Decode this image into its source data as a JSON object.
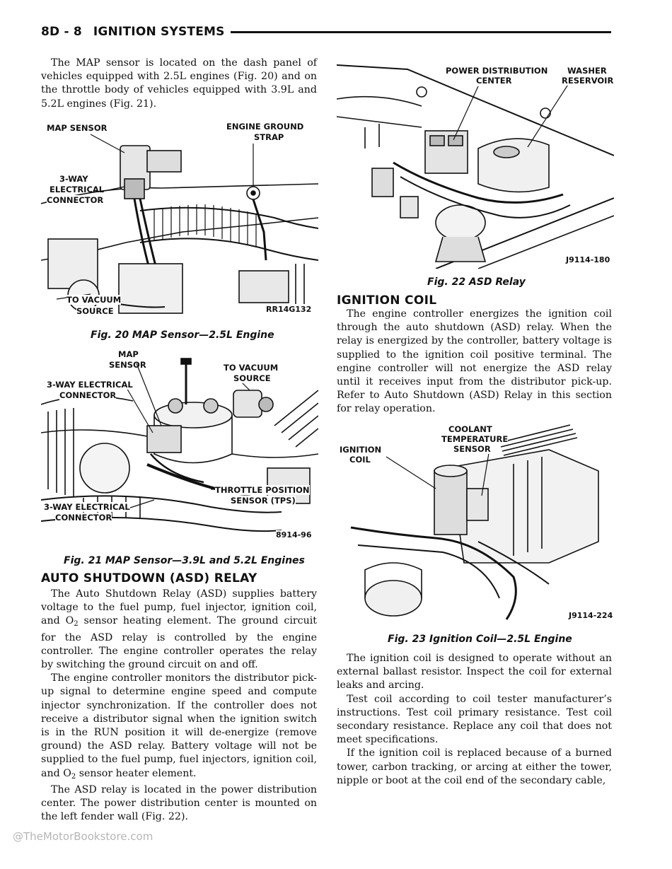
{
  "header": {
    "page_number": "8D - 8",
    "section_title": "IGNITION SYSTEMS"
  },
  "intro_paragraph": "The MAP sensor is located on the dash panel of vehicles equipped with 2.5L engines (Fig. 20) and on the throttle body of vehicles equipped with 3.9L and 5.2L engines (Fig. 21).",
  "fig20": {
    "labels": {
      "map_sensor": "MAP SENSOR",
      "ground_strap_line1": "ENGINE GROUND",
      "ground_strap_line2": "STRAP",
      "connector_line1": "3-WAY",
      "connector_line2": "ELECTRICAL",
      "connector_line3": "CONNECTOR",
      "vacuum_line1": "TO VACUUM",
      "vacuum_line2": "SOURCE"
    },
    "code": "RR14G132",
    "caption": "Fig. 20 MAP Sensor—2.5L Engine"
  },
  "fig21": {
    "labels": {
      "map_line1": "MAP",
      "map_line2": "SENSOR",
      "vacuum_line1": "TO VACUUM",
      "vacuum_line2": "SOURCE",
      "conn_top_line1": "3-WAY ELECTRICAL",
      "conn_top_line2": "CONNECTOR",
      "tps_line1": "THROTTLE POSITION",
      "tps_line2": "SENSOR (TPS)",
      "conn_bottom_line1": "3-WAY ELECTRICAL",
      "conn_bottom_line2": "CONNECTOR"
    },
    "code": "8914-96",
    "caption": "Fig. 21 MAP Sensor—3.9L and 5.2L Engines"
  },
  "asd_section": {
    "heading": "AUTO SHUTDOWN (ASD) RELAY",
    "p1_a": "The Auto Shutdown Relay (ASD) supplies battery voltage to the fuel pump, fuel injector, ignition coil, and O",
    "p1_sub": "2",
    "p1_b": " sensor heating element. The ground circuit for the ASD relay is controlled by the engine controller. The engine controller operates the relay by switching the ground circuit on and off.",
    "p2_a": "The engine controller monitors the distributor pick-up signal to determine engine speed and compute injector synchronization. If the controller does not receive a distributor signal when the ignition switch is in the RUN position it will de-energize (remove ground) the ASD relay. Battery voltage will not be supplied to the fuel pump, fuel injectors, ignition coil, and O",
    "p2_sub": "2",
    "p2_b": " sensor heater element.",
    "p3": "The ASD relay is located in the power distribution center. The power distribution center is mounted on the left fender wall (Fig. 22)."
  },
  "fig22": {
    "labels": {
      "pdc_line1": "POWER DISTRIBUTION",
      "pdc_line2": "CENTER",
      "washer_line1": "WASHER",
      "washer_line2": "RESERVOIR"
    },
    "code": "J9114-180",
    "caption": "Fig. 22 ASD Relay"
  },
  "coil_section": {
    "heading": "IGNITION COIL",
    "p1": "The engine controller energizes the ignition coil through the auto shutdown (ASD) relay. When the relay is energized by the controller, battery voltage is supplied to the ignition coil positive terminal. The engine controller will not energize the ASD relay until it receives input from the distributor pick-up. Refer to Auto Shutdown (ASD) Relay in this section for relay operation.",
    "p2": "The ignition coil is designed to operate without an external ballast resistor. Inspect the coil for external leaks and arcing.",
    "p3": "Test coil according to coil tester manufacturer’s instructions. Test coil primary resistance. Test coil secondary resistance. Replace any coil that does not meet specifications.",
    "p4": "If the ignition coil is replaced because of a burned tower, carbon tracking, or arcing at either the tower, nipple or boot at the coil end of the secondary cable,"
  },
  "fig23": {
    "labels": {
      "coolant_line1": "COOLANT",
      "coolant_line2": "TEMPERATURE",
      "coolant_line3": "SENSOR",
      "coil_line1": "IGNITION",
      "coil_line2": "COIL"
    },
    "code": "J9114-224",
    "caption": "Fig. 23 Ignition Coil—2.5L Engine"
  },
  "watermark": "@TheMotorBookstore.com"
}
